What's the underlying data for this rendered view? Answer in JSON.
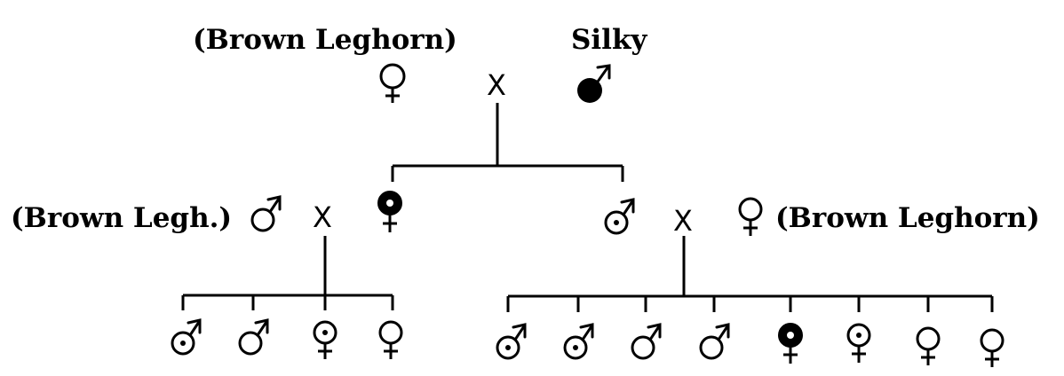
{
  "labels": {
    "p_female_breed": "(Brown Leghorn)",
    "p_male_breed": "Silky",
    "f1_left_male_breed": "(Brown Legh.)",
    "f1_right_female_breed": "(Brown Leghorn)"
  },
  "cross_symbol": "X",
  "palette": {
    "ink": "#000000",
    "paper": "#ffffff"
  },
  "symbol_key": {
    "female-icon": "female, plain",
    "male-icon": "male, plain",
    "female-dot-icon": "female, dotted",
    "male-dot-icon": "male, dotted",
    "female-filled-icon": "female, solid black with white dot",
    "male-filled-icon": "male, solid black"
  }
}
